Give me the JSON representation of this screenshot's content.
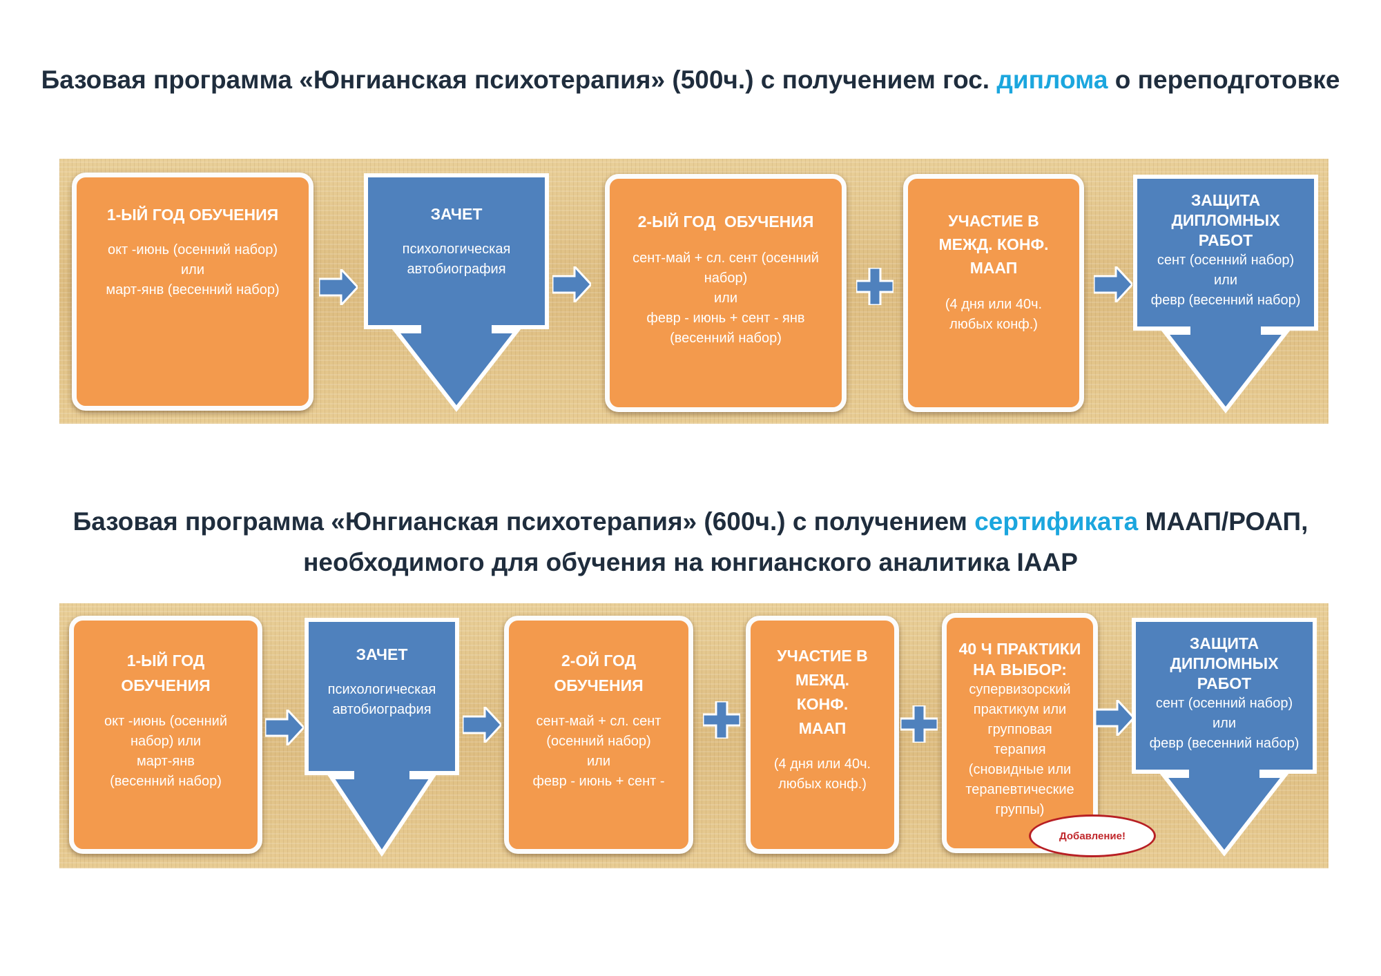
{
  "section1": {
    "title_before": "Базовая программа «Юнгианская психотерапия» (500ч.) с получением гос. ",
    "title_highlight": "диплома",
    "title_after": " о переподготовке",
    "steps": [
      {
        "title": "1-ЫЙ ГОД ОБУЧЕНИЯ",
        "text": "окт -июнь (осенний набор)\nили\nмарт-янв (весенний набор)"
      },
      {
        "title": "ЗАЧЕТ",
        "text": "психологическая\nавтобиография"
      },
      {
        "title": "2-ЫЙ ГОД  ОБУЧЕНИЯ",
        "text": "сент-май + сл. сент (осенний\nнабор)\nили\nфевр - июнь + сент - янв\n(весенний набор)"
      },
      {
        "title": "УЧАСТИЕ В\nМЕЖД. КОНФ.\nМААП",
        "text": "(4 дня или 40ч.\nлюбых конф.)"
      },
      {
        "title": "ЗАЩИТА\nДИПЛОМНЫХ\nРАБОТ",
        "text": "сент (осенний набор)\nили\nфевр (весенний набор)"
      }
    ]
  },
  "section2": {
    "title_before": "Базовая программа «Юнгианская психотерапия» (600ч.) с получением ",
    "title_highlight": "сертификата",
    "title_after": " МААП/РОАП,\nнеобходимого для обучения на юнгианского аналитика IAAP",
    "steps": [
      {
        "title": "1-ЫЙ ГОД\nОБУЧЕНИЯ",
        "text": "окт -июнь (осенний\nнабор) или\nмарт-янв\n(весенний набор)"
      },
      {
        "title": "ЗАЧЕТ",
        "text": "психологическая\nавтобиография"
      },
      {
        "title": "2-ОЙ ГОД\nОБУЧЕНИЯ",
        "text": "сент-май + сл. сент\n(осенний набор)\nили\nфевр - июнь + сент -"
      },
      {
        "title": "УЧАСТИЕ В\nМЕЖД.\nКОНФ.\nМААП",
        "text": "(4 дня или 40ч.\nлюбых конф.)"
      },
      {
        "title": "40 Ч ПРАКТИКИ\nНА ВЫБОР:",
        "text": "супервизорский\nпрактикум  или\nгрупповая\nтерапия\n(сновидные или\nтерапевтические\nгруппы)"
      },
      {
        "title": "ЗАЩИТА\nДИПЛОМНЫХ\nРАБОТ",
        "text": "сент (осенний набор)\nили\nфевр (весенний набор)"
      }
    ],
    "badge": "Добавление!"
  },
  "colors": {
    "orange_box": "#f39a4d",
    "blue_box": "#4f81bd",
    "heading_text": "#1f2d3d",
    "highlight": "#1ba6de",
    "band": "#e6c98f"
  },
  "icons": [
    "right-arrow-icon",
    "plus-icon",
    "down-arrow-callout"
  ]
}
